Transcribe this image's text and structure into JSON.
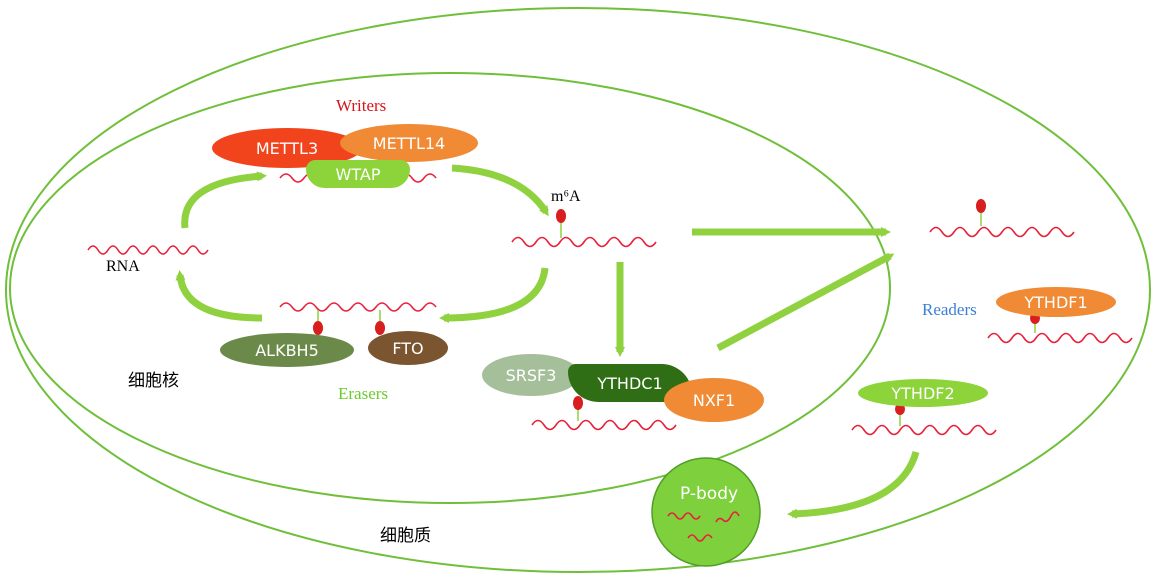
{
  "labels": {
    "writers": "Writers",
    "erasers": "Erasers",
    "readers": "Readers",
    "rna": "RNA",
    "m6a": "m⁶A",
    "nucleus": "细胞核",
    "cytoplasm": "细胞质"
  },
  "proteins": {
    "mettl3": "METTL3",
    "mettl14": "METTL14",
    "wtap": "WTAP",
    "alkbh5": "ALKBH5",
    "fto": "FTO",
    "srsf3": "SRSF3",
    "ythdc1": "YTHDC1",
    "nxf1": "NXF1",
    "ythdf1": "YTHDF1",
    "ythdf2": "YTHDF2",
    "pbody": "P-body"
  },
  "colors": {
    "membrane": "#6fbf3a",
    "arrow": "#8fd13f",
    "rna": "#e8203a",
    "m6a_mark": "#d81e1e",
    "writers_text": "#d8121a",
    "erasers_text": "#6cc92f",
    "readers_text": "#3a7fd5",
    "mettl3": "#f1431c",
    "mettl14": "#f08a34",
    "wtap": "#8dd33a",
    "alkbh5": "#6b8a4a",
    "fto": "#7a5530",
    "srsf3": "#a5bf9a",
    "ythdc1": "#2f6e15",
    "nxf1": "#f08a34",
    "ythdf1": "#f08a34",
    "ythdf2": "#8dd33a",
    "pbody": "#7ed13c"
  }
}
